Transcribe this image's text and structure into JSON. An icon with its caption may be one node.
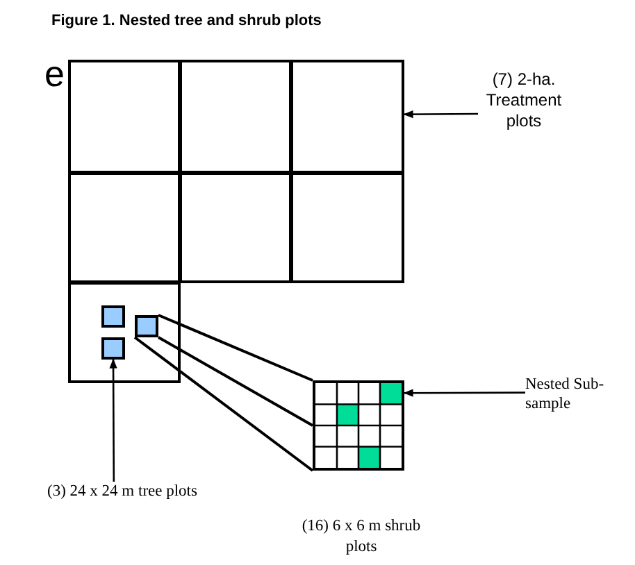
{
  "diagram": {
    "title": "Figure 1. Nested tree and shrub plots",
    "nodes": [
      {
        "text": [],
        "shape": "box"
      },
      {
        "text": [],
        "shape": "box"
      },
      {
        "text": [],
        "shape": "box"
      },
      {
        "text": [],
        "shape": "box"
      },
      {
        "text": [],
        "shape": "box"
      },
      {
        "text": [],
        "shape": "box"
      },
      {
        "text": [],
        "shape": "box"
      },
      {
        "text": [],
        "shape": "box",
        "in": 6
      },
      {
        "text": [],
        "shape": "box",
        "in": 6
      },
      {
        "text": [],
        "shape": "box",
        "in": 6
      },
      {
        "text": [],
        "shape": "box",
        "beside": [
          "(16) 6 x 6 m shrub plots"
        ]
      },
      {
        "text": [
          "(7) 2-ha. Treatment plots"
        ]
      },
      {
        "text": [
          "Nested Sub-sample"
        ]
      },
      {
        "text": [
          "(3) 24 x 24 m tree plots"
        ]
      }
    ],
    "edges": [
      {
        "from": 11,
        "to": 2,
        "arrow": "to"
      },
      {
        "from": 12,
        "to": 10,
        "arrow": "to"
      },
      {
        "from": 13,
        "to": 8,
        "arrow": "to"
      },
      {
        "from": 9,
        "to": 10,
        "arrow": "none"
      },
      {
        "from": 9,
        "to": 10,
        "arrow": "none"
      },
      {
        "from": 9,
        "to": 10,
        "arrow": "none"
      }
    ],
    "labels": [
      "e"
    ]
  }
}
